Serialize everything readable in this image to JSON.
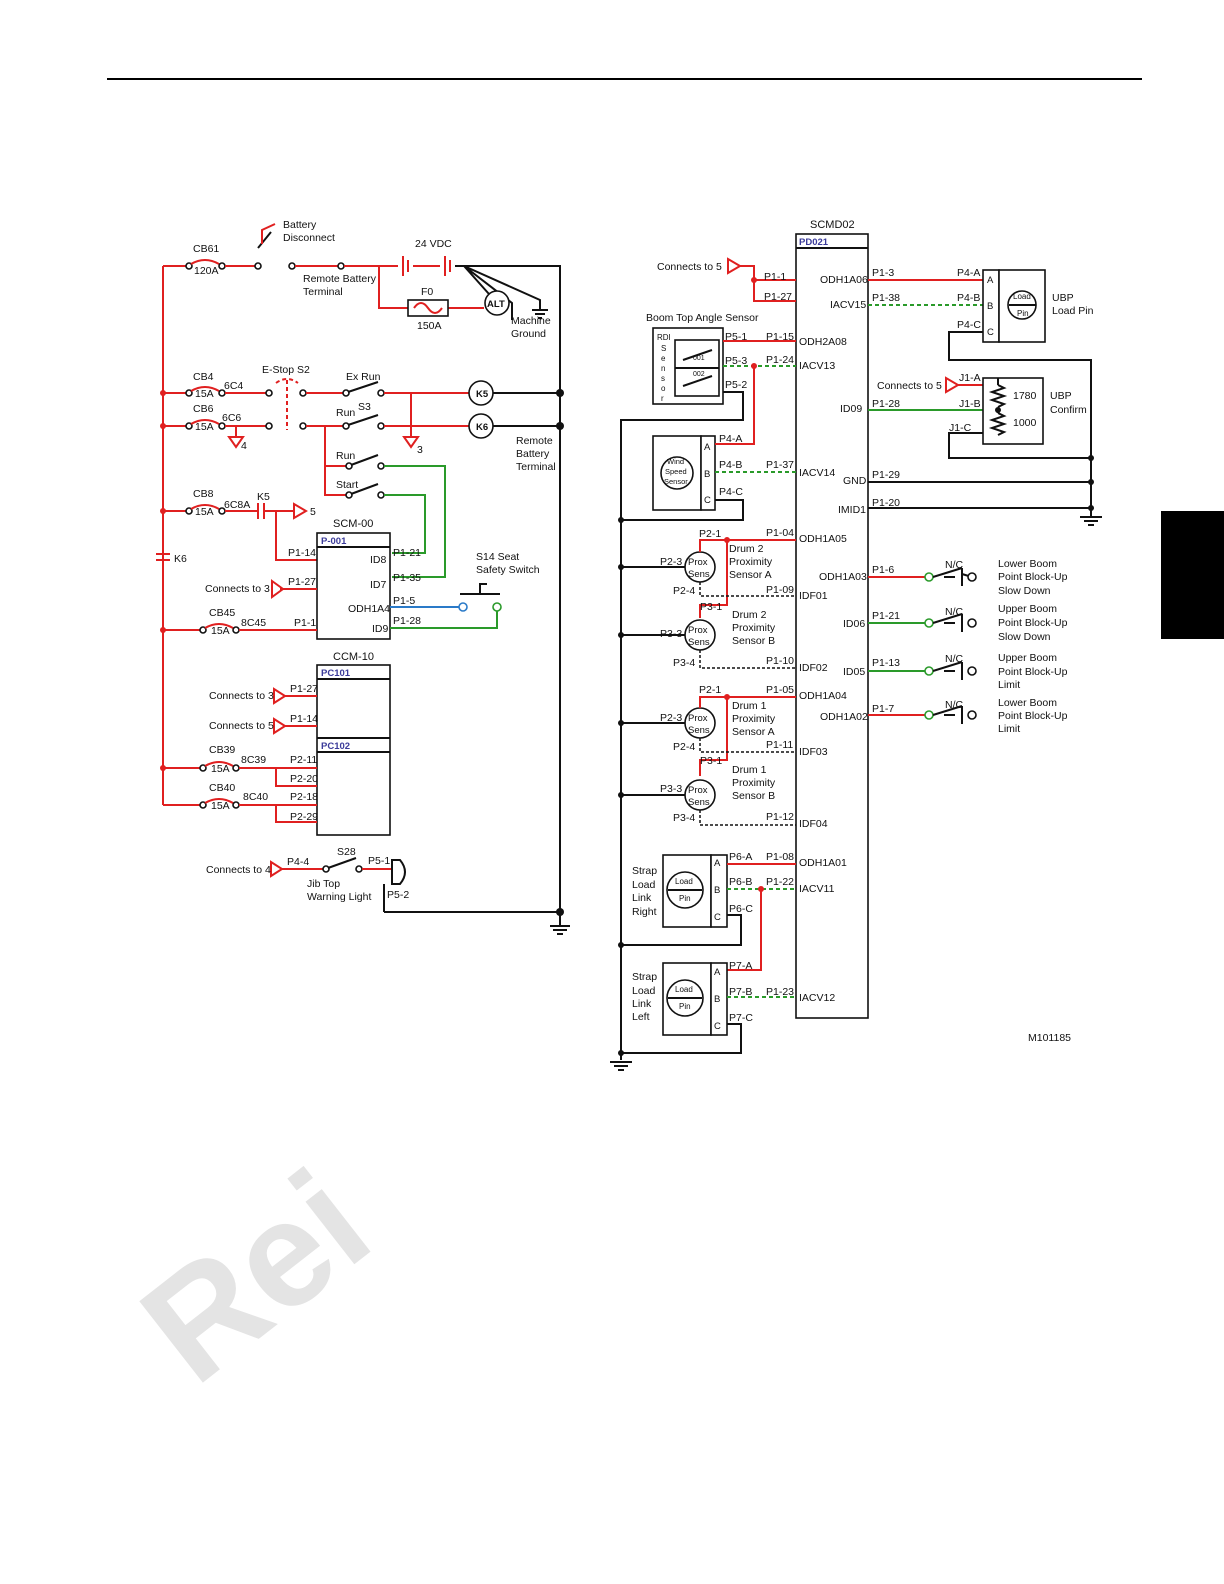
{
  "watermark": "Rei",
  "figure_id": "M101185",
  "left": {
    "battery_disconnect": [
      "Battery",
      "Disconnect"
    ],
    "cb61": "CB61",
    "cb61_rating": "120A",
    "supply_24vdc": "24 VDC",
    "remote_battery_terminal": [
      "Remote Battery",
      "Terminal"
    ],
    "f0": "F0",
    "f0_rating": "150A",
    "alt": "ALT",
    "machine_ground": [
      "Machine",
      "Ground"
    ],
    "cb4": "CB4",
    "cb4_rating": "15A",
    "wire_6c4": "6C4",
    "estop": "E-Stop S2",
    "ex_run": "Ex Run",
    "s3": "S3",
    "run1": "Run",
    "run2": "Run",
    "start": "Start",
    "k5": "K5",
    "k6": "K6",
    "cb6": "CB6",
    "cb6_rating": "15A",
    "wire_6c6": "6C6",
    "conn4": "4",
    "conn3": "3",
    "remote_battery_terminal2": [
      "Remote",
      "Battery",
      "Terminal"
    ],
    "cb8": "CB8",
    "cb8_rating": "15A",
    "wire_6c8a": "6C8A",
    "k5_contact": "K5",
    "conn5": "5",
    "k6_contact": "K6",
    "scm00": "SCM-00",
    "p001": "P-001",
    "pins_left": [
      "P1-14",
      "P1-27",
      "P1-1"
    ],
    "scm_inputs": [
      "ID8",
      "ID7",
      "ODH1A4",
      "ID9"
    ],
    "pins_right": [
      "P1-21",
      "P1-35",
      "P1-5",
      "P1-28"
    ],
    "connects_to_3": "Connects to 3",
    "cb45": "CB45",
    "cb45_rating": "15A",
    "wire_8c45": "8C45",
    "s14": [
      "S14 Seat",
      "Safety Switch"
    ],
    "ccm10": "CCM-10",
    "pc101": "PC101",
    "pc102": "PC102",
    "ccm_connects_to_3": "Connects to 3",
    "ccm_connects_to_5": "Connects to 5",
    "ccm_pins_top": [
      "P1-27",
      "P1-14"
    ],
    "cb39": "CB39",
    "cb39_rating": "15A",
    "wire_8c39": "8C39",
    "cb40": "CB40",
    "cb40_rating": "15A",
    "wire_8c40": "8C40",
    "ccm_pins_bottom": [
      "P2-11",
      "P2-20",
      "P2-18",
      "P2-29"
    ],
    "s28": "S28",
    "connects_to_4": "Connects to 4",
    "p4_4": "P4-4",
    "p5_1": "P5-1",
    "p5_2": "P5-2",
    "jib_top": [
      "Jib Top",
      "Warning Light"
    ]
  },
  "right": {
    "scmd02": "SCMD02",
    "pd021": "PD021",
    "connects_to_5": "Connects to 5",
    "p1_1": "P1-1",
    "p1_27": "P1-27",
    "odh1a06": "ODH1A06",
    "iacv15": "IACV15",
    "p1_3": "P1-3",
    "p1_38": "P1-38",
    "p4a": "P4-A",
    "p4b": "P4-B",
    "p4c": "P4-C",
    "ubp_load_pin": [
      "UBP",
      "Load Pin"
    ],
    "load_pin": [
      "Load",
      "Pin"
    ],
    "boom_top": "Boom Top Angle Sensor",
    "rdi": "RDI",
    "sensor_letters": [
      "S",
      "e",
      "n",
      "s",
      "o",
      "r"
    ],
    "s001": "001",
    "s002": "002",
    "p5_1": "P5-1",
    "p5_3": "P5-3",
    "p5_2": "P5-2",
    "p1_15": "P1-15",
    "p1_24": "P1-24",
    "odh2a08": "ODH2A08",
    "iacv13": "IACV13",
    "connects_to_5b": "Connects to 5",
    "j1a": "J1-A",
    "j1b": "J1-B",
    "j1c": "J1-C",
    "r1780": "1780",
    "r1000": "1000",
    "ubp_confirm": [
      "UBP",
      "Confirm"
    ],
    "id09": "ID09",
    "p1_28": "P1-28",
    "wind_p4a": "P4-A",
    "wind_p4b": "P4-B",
    "wind_p4c": "P4-C",
    "wind_sensor": [
      "Wind",
      "Speed",
      "Sensor"
    ],
    "abc": [
      "A",
      "B",
      "C"
    ],
    "p1_37": "P1-37",
    "iacv14": "IACV14",
    "gnd": "GND",
    "imid1": "IMID1",
    "p1_29": "P1-29",
    "p1_20": "P1-20",
    "prox": [
      "Prox",
      "Sens"
    ],
    "d2a_p21": "P2-1",
    "d2a_p23": "P2-3",
    "d2a_p24": "P2-4",
    "d2a_label": [
      "Drum 2",
      "Proximity",
      "Sensor A"
    ],
    "p1_04": "P1-04",
    "p1_09": "P1-09",
    "odh1a05": "ODH1A05",
    "idf01": "IDF01",
    "d2b_p31": "P3-1",
    "d2b_p33": "P3-3",
    "d2b_p34": "P3-4",
    "d2b_label": [
      "Drum 2",
      "Proximity",
      "Sensor B"
    ],
    "p1_10": "P1-10",
    "idf02": "IDF02",
    "d1a_p21": "P2-1",
    "d1a_p23": "P2-3",
    "d1a_p24": "P2-4",
    "d1a_label": [
      "Drum 1",
      "Proximity",
      "Sensor A"
    ],
    "p1_05": "P1-05",
    "p1_11": "P1-11",
    "odh1a04": "ODH1A04",
    "idf03": "IDF03",
    "d1b_p31": "P3-1",
    "d1b_p33": "P3-3",
    "d1b_p34": "P3-4",
    "d1b_label": [
      "Drum 1",
      "Proximity",
      "Sensor B"
    ],
    "p1_12": "P1-12",
    "idf04": "IDF04",
    "odh1a03": "ODH1A03",
    "id06": "ID06",
    "id05": "ID05",
    "odh1a02": "ODH1A02",
    "p1_6": "P1-6",
    "p1_21": "P1-21",
    "p1_13": "P1-13",
    "p1_7": "P1-7",
    "nc": "N/C",
    "lower_slow": [
      "Lower Boom",
      "Point Block-Up",
      "Slow Down"
    ],
    "upper_slow": [
      "Upper Boom",
      "Point Block-Up",
      "Slow Down"
    ],
    "upper_limit": [
      "Upper Boom",
      "Point Block-Up",
      "Limit"
    ],
    "lower_limit": [
      "Lower Boom",
      "Point Block-Up",
      "Limit"
    ],
    "strap_right": [
      "Strap",
      "Load",
      "Link",
      "Right"
    ],
    "strap_left": [
      "Strap",
      "Load",
      "Link",
      "Left"
    ],
    "p6a": "P6-A",
    "p6b": "P6-B",
    "p6c": "P6-C",
    "p1_08": "P1-08",
    "p1_22": "P1-22",
    "odh1a01": "ODH1A01",
    "iacv11": "IACV11",
    "p7a": "P7-A",
    "p7b": "P7-B",
    "p7c": "P7-C",
    "p1_23": "P1-23",
    "iacv12": "IACV12"
  }
}
